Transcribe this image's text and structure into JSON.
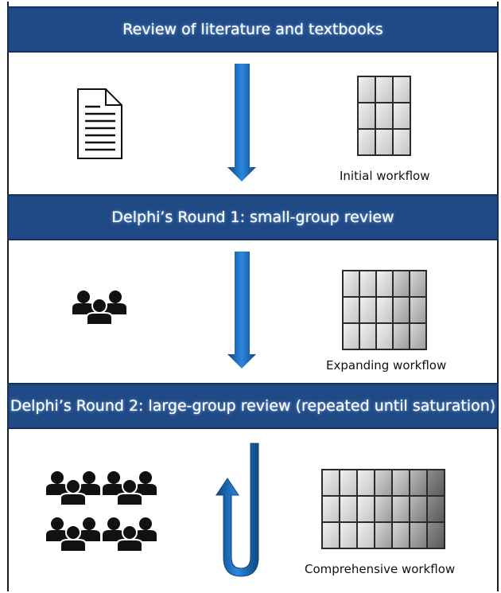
{
  "stages": [
    {
      "title": "Review of literature and textbooks",
      "workflow_label": "Initial workflow",
      "icon": "document-icon",
      "arrow": "down-arrow"
    },
    {
      "title": "Delphi’s Round 1: small-group review",
      "workflow_label": "Expanding workflow",
      "icon": "small-group-icon",
      "arrow": "down-arrow"
    },
    {
      "title": "Delphi’s Round 2: large-group review (repeated until saturation)",
      "workflow_label": "Comprehensive workflow",
      "icon": "large-group-icon",
      "arrow": "u-turn-arrow"
    }
  ],
  "colors": {
    "band": "#1f4a86",
    "arrow": "#1f6fc4",
    "arrow_dark": "#10477f"
  }
}
